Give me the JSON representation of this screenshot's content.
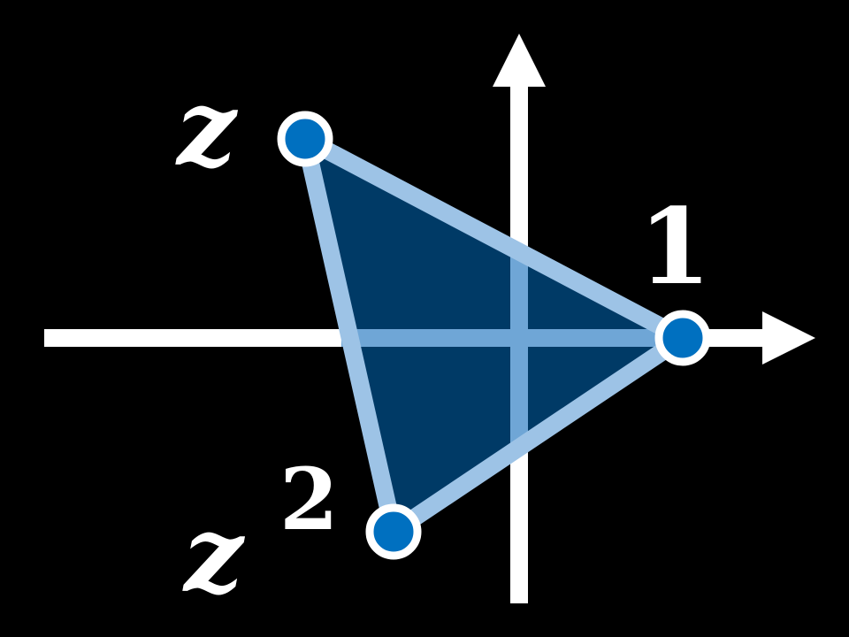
{
  "labels": {
    "z": "z",
    "z_squared_base": "z",
    "z_squared_exponent": "2",
    "one": "1"
  },
  "colors": {
    "background": "#000000",
    "axes": "#ffffff",
    "triangle_fill": "#003a66",
    "triangle_edge": "#9dc3e6",
    "axis_overlap": "#6fa6d6",
    "vertex_fill": "#0070c0",
    "vertex_ring": "#ffffff",
    "text": "#ffffff"
  }
}
